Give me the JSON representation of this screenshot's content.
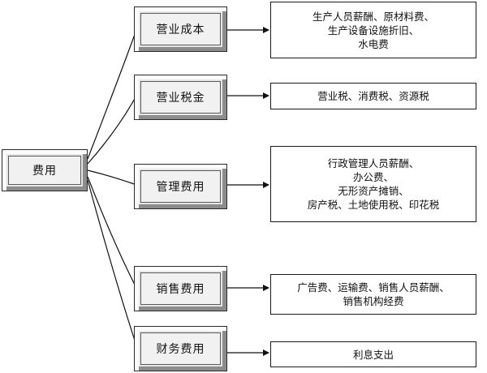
{
  "root": {
    "label": "费用"
  },
  "categories": [
    {
      "label": "营业成本",
      "items": [
        "生产人员薪酬、原材料费、",
        "生产设备设施折旧、",
        "水电费"
      ]
    },
    {
      "label": "营业税金",
      "items": [
        "营业税、消费税、资源税"
      ]
    },
    {
      "label": "管理费用",
      "items": [
        "行政管理人员薪酬、",
        "办公费、",
        "无形资产摊销、",
        "房产税、土地使用税、印花税"
      ]
    },
    {
      "label": "销售费用",
      "items": [
        "广告费、运输费、销售人员薪酬、",
        "销售机构经费"
      ]
    },
    {
      "label": "财务费用",
      "items": [
        "利息支出"
      ]
    }
  ]
}
